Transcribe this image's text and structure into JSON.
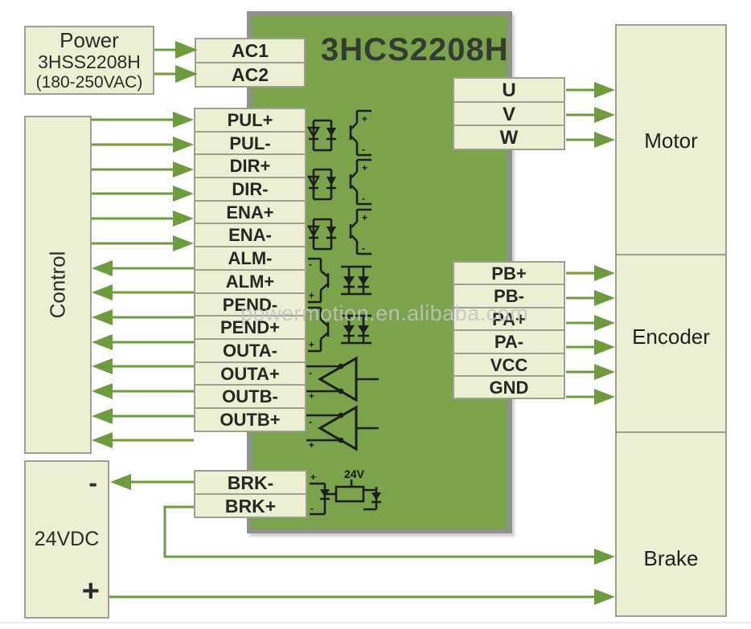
{
  "title": "3HCS2208H",
  "watermark": "powermotion.en.alibaba.com",
  "colors": {
    "driver_green": "#7BA34B",
    "box_cream": "#EDEFD2",
    "wire_green": "#6D9C3F",
    "border_gray": "#9AA092",
    "ink": "#2B2B2B"
  },
  "power_supply": {
    "name": "Power",
    "model": "3HSS2208H",
    "voltage_range": "(180-250VAC)"
  },
  "controller": {
    "label": "Control"
  },
  "dc_supply": {
    "label": "24VDC",
    "minus": "-",
    "plus": "+"
  },
  "ac_terminals": [
    {
      "label": "AC1"
    },
    {
      "label": "AC2"
    }
  ],
  "signal_terminals": [
    {
      "label": "PUL+"
    },
    {
      "label": "PUL-"
    },
    {
      "label": "DIR+"
    },
    {
      "label": "DIR-"
    },
    {
      "label": "ENA+"
    },
    {
      "label": "ENA-"
    },
    {
      "label": "ALM-"
    },
    {
      "label": "ALM+"
    },
    {
      "label": "PEND-"
    },
    {
      "label": "PEND+"
    },
    {
      "label": "OUTA-"
    },
    {
      "label": "OUTA+"
    },
    {
      "label": "OUTB-"
    },
    {
      "label": "OUTB+"
    }
  ],
  "brake_terminals": [
    {
      "label": "BRK-"
    },
    {
      "label": "BRK+"
    }
  ],
  "motor_terminals": [
    {
      "label": "U"
    },
    {
      "label": "V"
    },
    {
      "label": "W"
    }
  ],
  "encoder_terminals": [
    {
      "label": "PB+"
    },
    {
      "label": "PB-"
    },
    {
      "label": "PA+"
    },
    {
      "label": "PA-"
    },
    {
      "label": "VCC"
    },
    {
      "label": "GND"
    }
  ],
  "devices": {
    "motor": "Motor",
    "encoder": "Encoder",
    "brake": "Brake"
  },
  "circuit_marks": {
    "plus": "+",
    "minus": "-",
    "relay_voltage": "24V"
  }
}
